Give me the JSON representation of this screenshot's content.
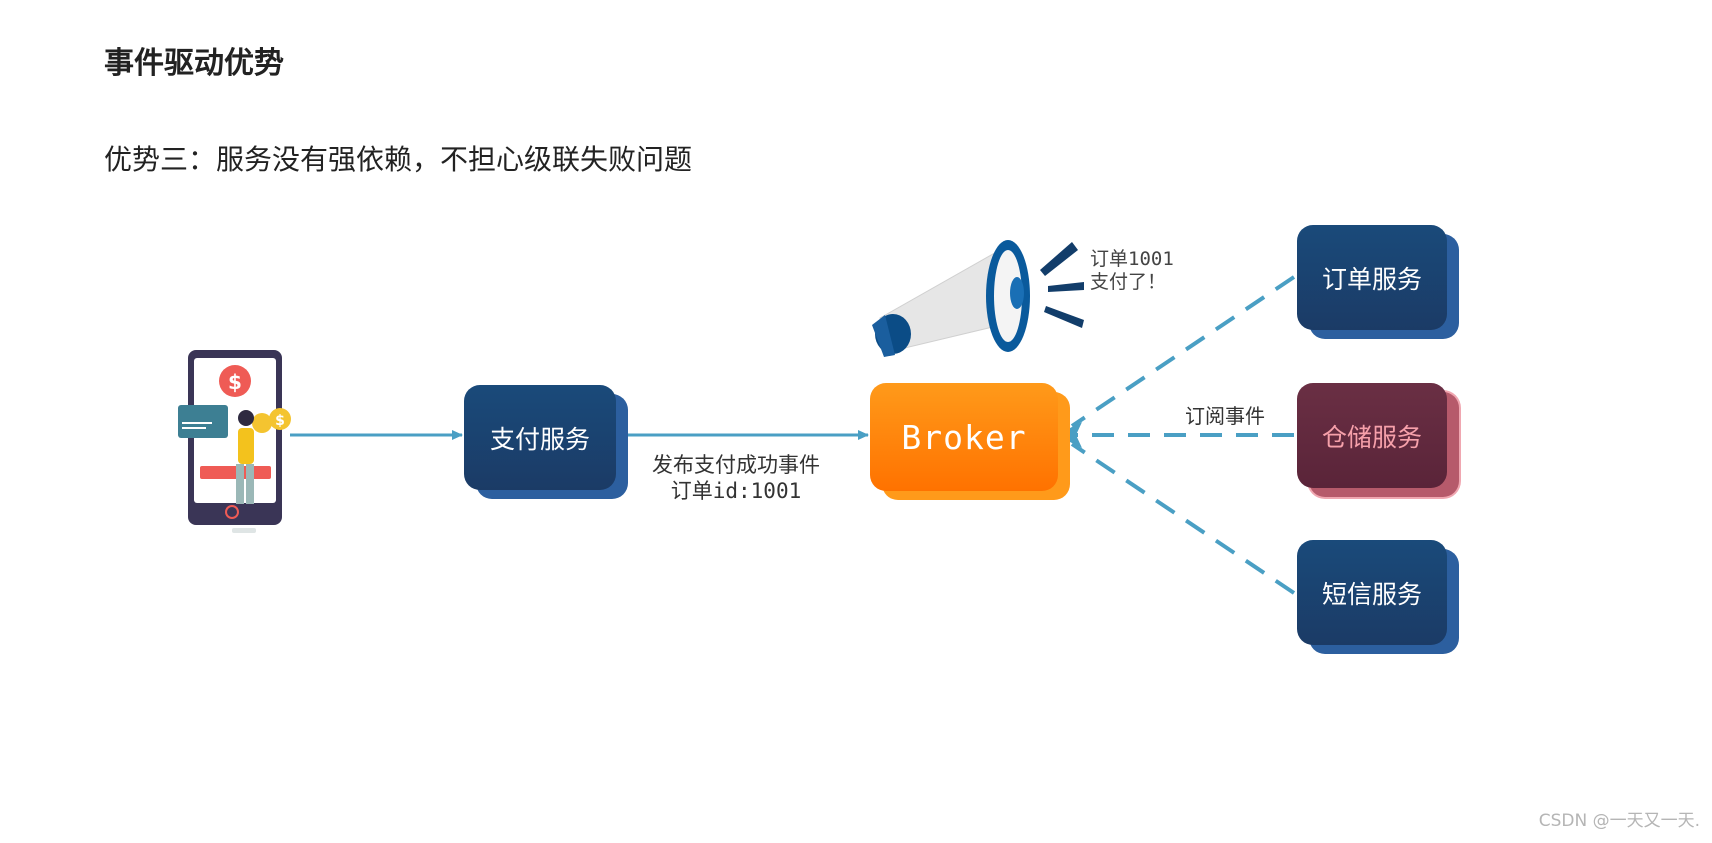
{
  "title": "事件驱动优势",
  "subtitle": "优势三：服务没有强依赖，不担心级联失败问题",
  "nodes": {
    "pay": "支付服务",
    "broker": "Broker",
    "order": "订单服务",
    "storage": "仓储服务",
    "sms": "短信服务"
  },
  "labels": {
    "publish_line1": "发布支付成功事件",
    "publish_line2": "订单id:1001",
    "subscribe": "订阅事件",
    "notice_line1": "订单1001",
    "notice_line2": "支付了！"
  },
  "watermark": "CSDN @一天又一天.",
  "colors": {
    "navy": "#1b3b66",
    "maroon": "#5a2439",
    "orange": "#ff7a00",
    "arrow": "#4a9fc4"
  },
  "icons": {
    "phone": "phone-payment-illustration",
    "megaphone": "megaphone-icon"
  }
}
